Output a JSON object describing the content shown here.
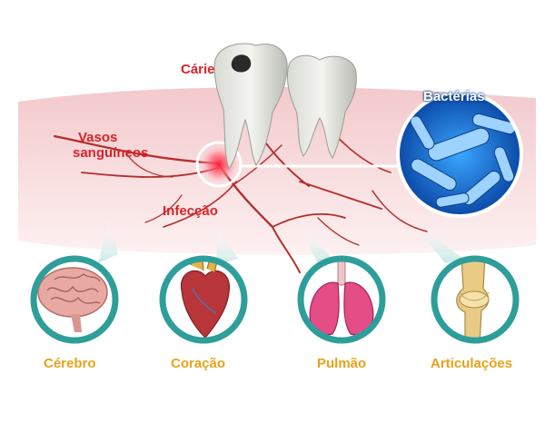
{
  "labels": {
    "carie": "Cárie",
    "vasos_line1": "Vasos",
    "vasos_line2": "sanguíneos",
    "infeccao": "Infecção",
    "bacterias": "Bactérias"
  },
  "organs": [
    {
      "label": "Cérebro",
      "icon": "brain-icon"
    },
    {
      "label": "Coração",
      "icon": "heart-icon"
    },
    {
      "label": "Pulmão",
      "icon": "lungs-icon"
    },
    {
      "label": "Articulações",
      "icon": "knee-joint-icon"
    }
  ],
  "colors": {
    "label_red": "#d8232a",
    "label_orange": "#e8a21a",
    "ring_teal": "#2e9e9a",
    "bacteria_blue": "#1e6fc8"
  }
}
